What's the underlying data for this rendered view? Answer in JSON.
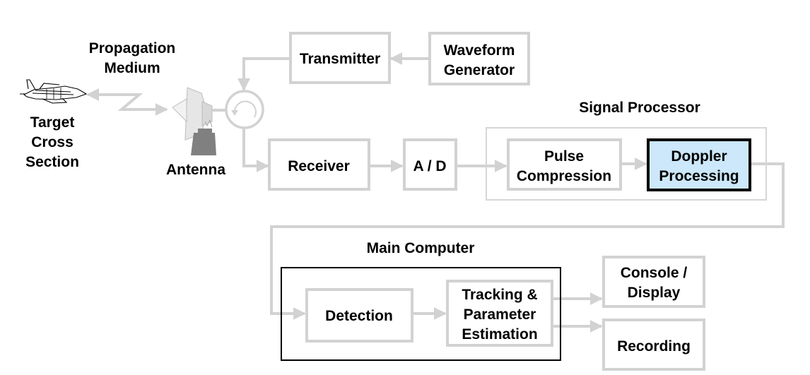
{
  "title": "Radar system block diagram",
  "colors": {
    "block_border": "#d2d2d2",
    "highlight_fill": "#cce8fa",
    "highlight_border": "#000000",
    "text": "#000000",
    "antenna_base": "#808080"
  },
  "labels": {
    "propagation": [
      "Propagation",
      "Medium"
    ],
    "target": [
      "Target",
      "Cross",
      "Section"
    ],
    "antenna": "Antenna",
    "signal_processor": "Signal Processor",
    "main_computer": "Main Computer"
  },
  "blocks": {
    "transmitter": [
      "Transmitter"
    ],
    "waveform_generator": [
      "Waveform",
      "Generator"
    ],
    "receiver": [
      "Receiver"
    ],
    "adc": [
      "A / D"
    ],
    "pulse_compression": [
      "Pulse",
      "Compression"
    ],
    "doppler_processing": [
      "Doppler",
      "Processing"
    ],
    "detection": [
      "Detection"
    ],
    "tracking": [
      "Tracking &",
      "Parameter",
      "Estimation"
    ],
    "console": [
      "Console /",
      "Display"
    ],
    "recording": [
      "Recording"
    ]
  },
  "highlighted_block": "doppler_processing",
  "icons": {
    "target": "aircraft-icon",
    "antenna": "dish-antenna-icon",
    "circulator": "circulator-icon"
  }
}
